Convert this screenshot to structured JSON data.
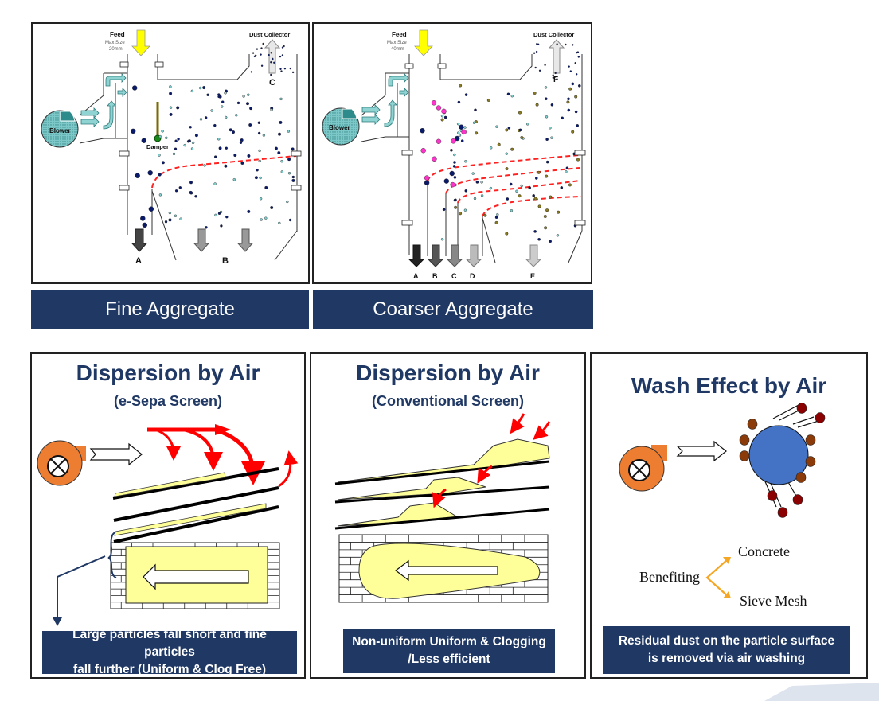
{
  "top_panels": [
    {
      "caption": "Fine Aggregate",
      "feed_label": "Feed",
      "max_size": "Max Size",
      "max_size_value": "20mm",
      "dust_collector": "Dust Collector",
      "blower": "Blower",
      "damper": "Damper",
      "outlets": [
        "A",
        "B",
        "C"
      ]
    },
    {
      "caption": "Coarser Aggregate",
      "feed_label": "Feed",
      "max_size": "Max Size",
      "max_size_value": "40mm",
      "dust_collector": "Dust Collector",
      "blower": "Blower",
      "outlets": [
        "A",
        "B",
        "C",
        "D",
        "E",
        "F"
      ]
    }
  ],
  "bottom_panels": [
    {
      "title": "Dispersion by Air",
      "subtitle": "(e-Sepa Screen)",
      "caption_line1": "Large particles fall short and fine particles",
      "caption_line2": "fall further (Uniform & Clog Free)"
    },
    {
      "title": "Dispersion by Air",
      "subtitle": "(Conventional Screen)",
      "caption_line1": "Non-uniform Uniform & Clogging",
      "caption_line2": "/Less efficient"
    },
    {
      "title": "Wash Effect by Air",
      "benefiting": "Benefiting",
      "benefit_1": "Concrete",
      "benefit_2": "Sieve Mesh",
      "caption_line1": "Residual dust on the particle surface",
      "caption_line2": "is removed via air washing"
    }
  ],
  "colors": {
    "navy": "#203864",
    "blower_orange": "#ed7d31",
    "particle_blue": "#4472c4",
    "dust_red": "#8b1a1a",
    "air_red": "#ff0000",
    "feed_yellow": "#ffff00",
    "material_yellow": "#ffff99"
  }
}
